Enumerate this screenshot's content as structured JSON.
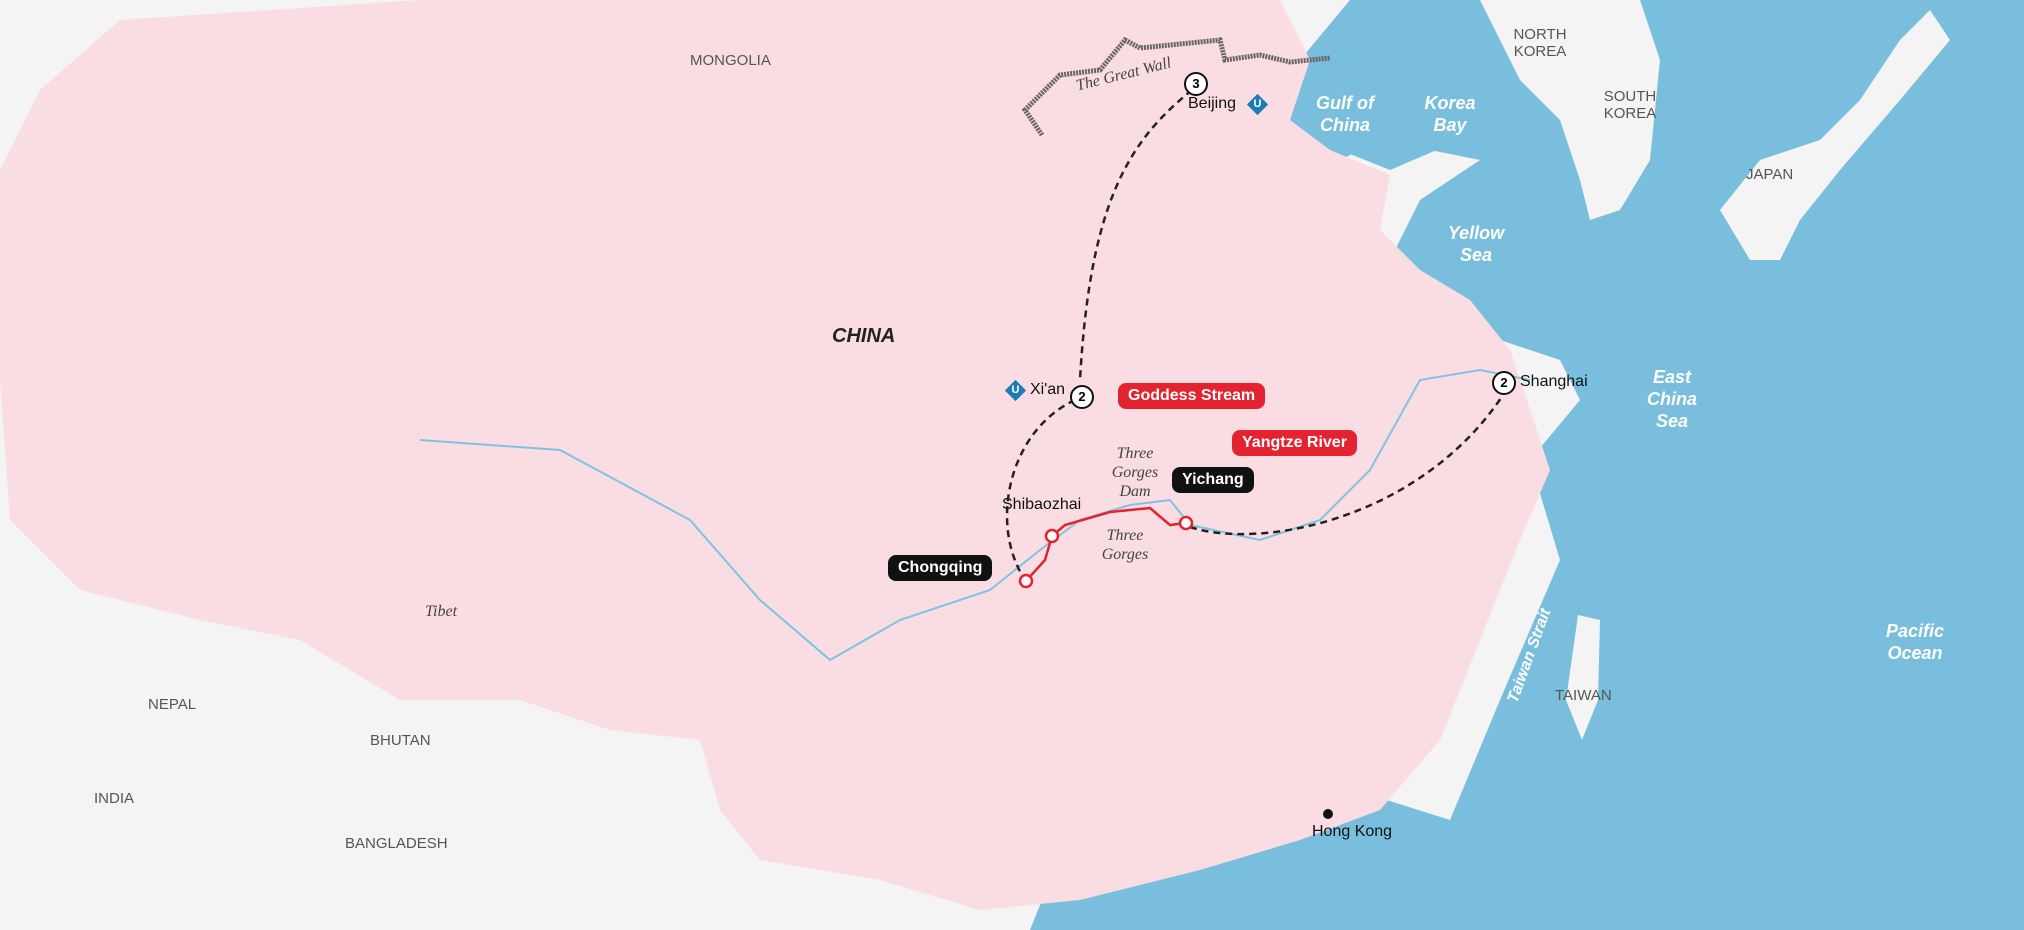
{
  "colors": {
    "land": "#f4f4f4",
    "china": "#f9dde2",
    "sea": "#79bedc",
    "route_red": "#e3232f",
    "river": "#7ec3e3"
  },
  "countries": {
    "mongolia": "MONGOLIA",
    "north_korea": "NORTH KOREA",
    "south_korea": "SOUTH KOREA",
    "japan": "JAPAN",
    "china": "CHINA",
    "nepal": "NEPAL",
    "bhutan": "BHUTAN",
    "india": "INDIA",
    "bangladesh": "BANGLADESH",
    "taiwan": "TAIWAN"
  },
  "waters": {
    "gulf": "Gulf of China",
    "korea_bay": "Korea Bay",
    "yellow_sea": "Yellow Sea",
    "east_china_sea": "East China Sea",
    "pacific": "Pacific Ocean",
    "taiwan_strait": "Taiwan Strait"
  },
  "regions": {
    "tibet": "Tibet",
    "great_wall": "The Great Wall",
    "three_gorges_dam": "Three Gorges Dam",
    "three_gorges": "Three Gorges"
  },
  "cities": {
    "beijing": {
      "name": "Beijing",
      "nights": "3",
      "icon": "u-badge-icon"
    },
    "xian": {
      "name": "Xi'an",
      "nights": "2",
      "icon": "u-badge-icon"
    },
    "shanghai": {
      "name": "Shanghai",
      "nights": "2"
    },
    "hong_kong": "Hong Kong",
    "shibaozhai": "Shibaozhai"
  },
  "tags": {
    "goddess_stream": "Goddess Stream",
    "yangtze_river": "Yangtze River",
    "yichang": "Yichang",
    "chongqing": "Chongqing"
  }
}
